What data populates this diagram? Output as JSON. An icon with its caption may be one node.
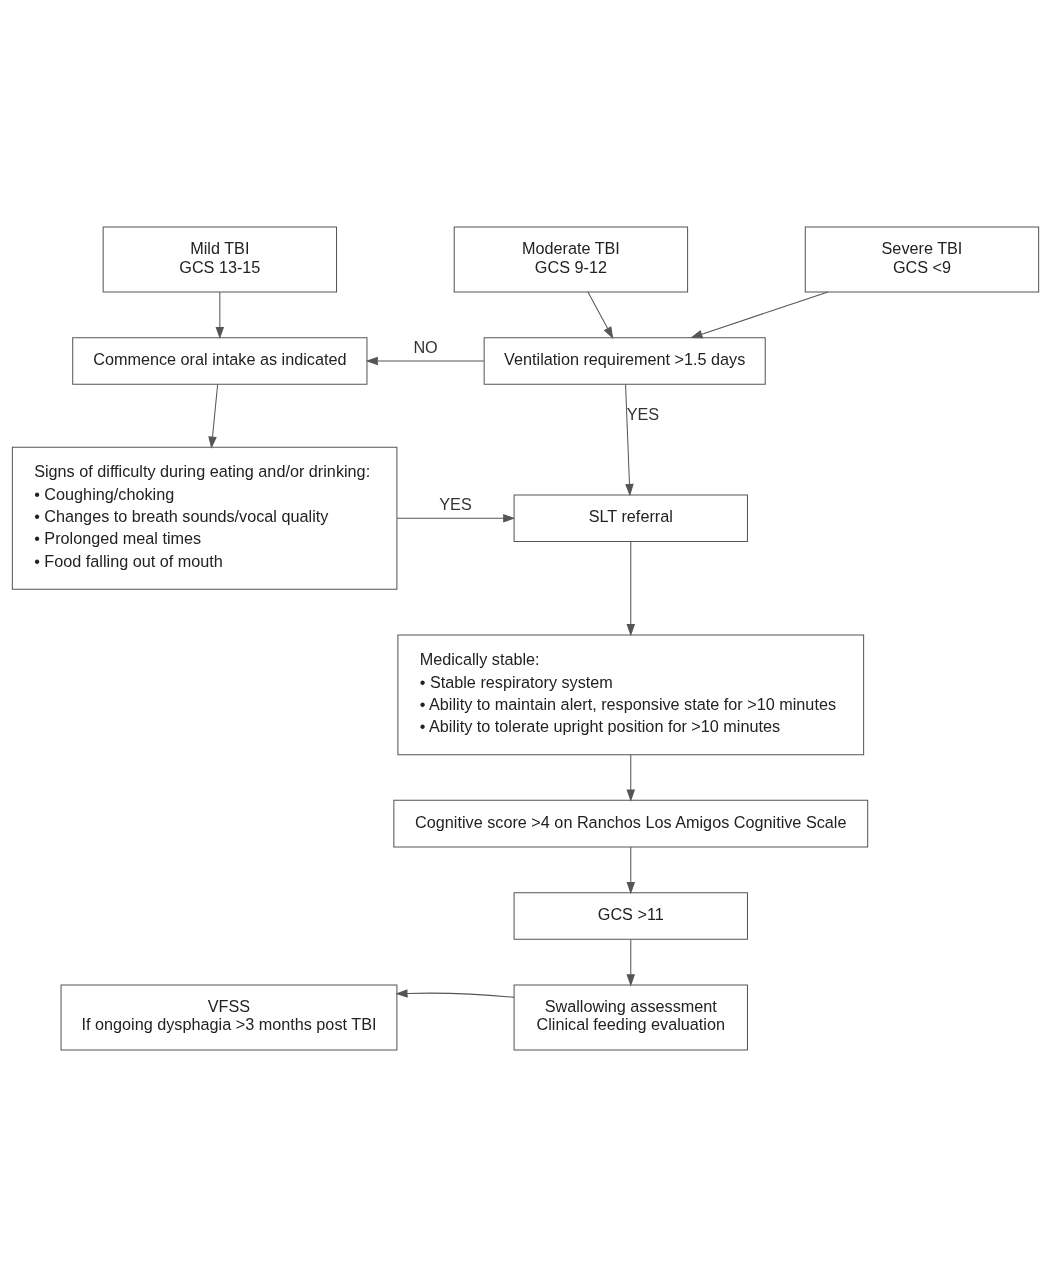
{
  "diagram": {
    "nodes": [
      {
        "text": [
          "Mild TBI",
          "GCS 13-15"
        ]
      },
      {
        "text": [
          "Moderate TBI",
          "GCS 9-12"
        ]
      },
      {
        "text": [
          "Severe TBI",
          "GCS <9"
        ]
      },
      {
        "text": [
          "Commence oral intake as indicated"
        ]
      },
      {
        "text": [
          "Ventilation requirement >1.5 days"
        ]
      },
      {
        "text": [
          "Signs of difficulty during eating and/or drinking:",
          "• Coughing/choking",
          "• Changes to breath sounds/vocal quality",
          "• Prolonged meal times",
          "• Food falling out of mouth"
        ]
      },
      {
        "text": [
          "SLT referral"
        ]
      },
      {
        "text": [
          "Medically stable:",
          "• Stable respiratory system",
          "• Ability to maintain alert, responsive state for >10 minutes",
          "• Ability to tolerate upright position for >10 minutes"
        ]
      },
      {
        "text": [
          "Cognitive score >4 on Ranchos Los Amigos Cognitive Scale"
        ]
      },
      {
        "text": [
          "GCS >11"
        ]
      },
      {
        "text": [
          "VFSS",
          "If ongoing dysphagia >3 months post TBI"
        ]
      },
      {
        "text": [
          "Swallowing assessment",
          "Clinical feeding evaluation"
        ]
      }
    ],
    "edges": [
      {
        "from": 0,
        "to": 3,
        "arrow": "to"
      },
      {
        "from": 1,
        "to": 4,
        "arrow": "to"
      },
      {
        "from": 2,
        "to": 4,
        "arrow": "to"
      },
      {
        "from": 4,
        "to": 3,
        "arrow": "to",
        "label": "NO"
      },
      {
        "from": 3,
        "to": 5,
        "arrow": "to"
      },
      {
        "from": 4,
        "to": 6,
        "arrow": "to",
        "label": "YES"
      },
      {
        "from": 5,
        "to": 6,
        "arrow": "to",
        "label": "YES"
      },
      {
        "from": 6,
        "to": 7,
        "arrow": "to"
      },
      {
        "from": 7,
        "to": 8,
        "arrow": "to"
      },
      {
        "from": 8,
        "to": 9,
        "arrow": "to"
      },
      {
        "from": 9,
        "to": 11,
        "arrow": "to"
      },
      {
        "from": 11,
        "to": 10,
        "arrow": "to"
      }
    ]
  }
}
